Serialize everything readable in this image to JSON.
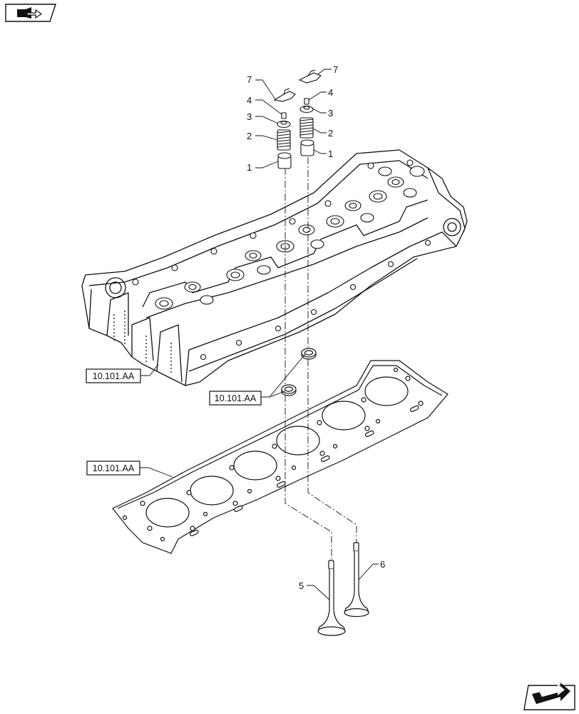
{
  "callouts": {
    "top_left_7": "7",
    "top_left_4": "4",
    "top_left_3": "3",
    "top_left_2": "2",
    "top_left_1": "1",
    "top_right_7": "7",
    "top_right_4": "4",
    "top_right_3": "3",
    "top_right_2": "2",
    "top_right_1": "1",
    "exhaust_valve": "5",
    "intake_valve": "6"
  },
  "references": {
    "cylinder_head": "10.101.AA",
    "valve_seats": "10.101.AA",
    "head_gasket": "10.101.AA"
  },
  "icons": {
    "top_nav": "book-arrow-icon",
    "bottom_nav": "next-page-arrow-icon"
  }
}
